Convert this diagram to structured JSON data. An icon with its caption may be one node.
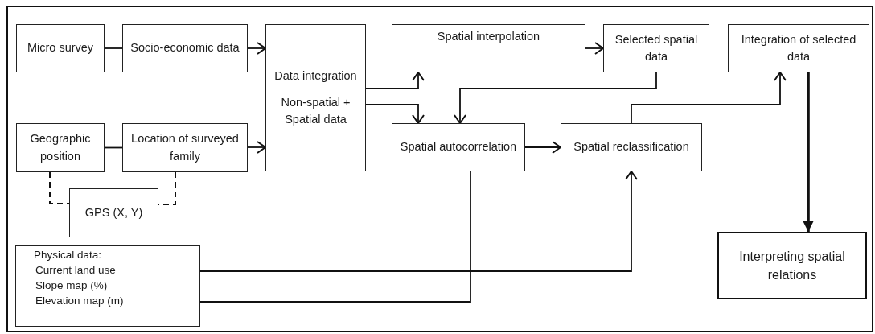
{
  "diagram": {
    "nodes": [
      {
        "text": [
          "Micro survey"
        ]
      },
      {
        "text": [
          "Socio-economic data"
        ]
      },
      {
        "text": [
          "Data integration",
          "Non-spatial + Spatial data"
        ]
      },
      {
        "text": [
          "Spatial interpolation"
        ]
      },
      {
        "text": [
          "Selected spatial data"
        ]
      },
      {
        "text": [
          "Integration of selected data"
        ]
      },
      {
        "text": [
          "Geographic position"
        ]
      },
      {
        "text": [
          "Location of surveyed family"
        ]
      },
      {
        "text": [
          "Spatial autocorrelation"
        ]
      },
      {
        "text": [
          "Spatial reclassification"
        ]
      },
      {
        "text": [
          "GPS (X, Y)"
        ]
      },
      {
        "text": [
          "Physical data:",
          "Current land use",
          "Slope map (%)",
          "Elevation map (m)"
        ]
      },
      {
        "text": [
          "Interpreting spatial relations"
        ]
      }
    ],
    "edges": [
      {
        "from": 0,
        "to": 1,
        "arrow": "none"
      },
      {
        "from": 1,
        "to": 2,
        "arrow": "to"
      },
      {
        "from": 6,
        "to": 7,
        "arrow": "none"
      },
      {
        "from": 7,
        "to": 2,
        "arrow": "to"
      },
      {
        "from": 2,
        "to": 3,
        "arrow": "to"
      },
      {
        "from": 2,
        "to": 8,
        "arrow": "to"
      },
      {
        "from": 3,
        "to": 4,
        "arrow": "to"
      },
      {
        "from": 4,
        "to": 8,
        "arrow": "to"
      },
      {
        "from": 8,
        "to": 9,
        "arrow": "to"
      },
      {
        "from": 9,
        "to": 5,
        "arrow": "to"
      },
      {
        "from": 5,
        "to": 12,
        "arrow": "to",
        "style": "thick"
      },
      {
        "from": 6,
        "to": 10,
        "arrow": "none",
        "style": "dashed"
      },
      {
        "from": 7,
        "to": 10,
        "arrow": "none",
        "style": "dashed"
      },
      {
        "from": 11,
        "to": 9,
        "arrow": "to"
      },
      {
        "from": 11,
        "to": 8,
        "arrow": "none"
      }
    ]
  }
}
